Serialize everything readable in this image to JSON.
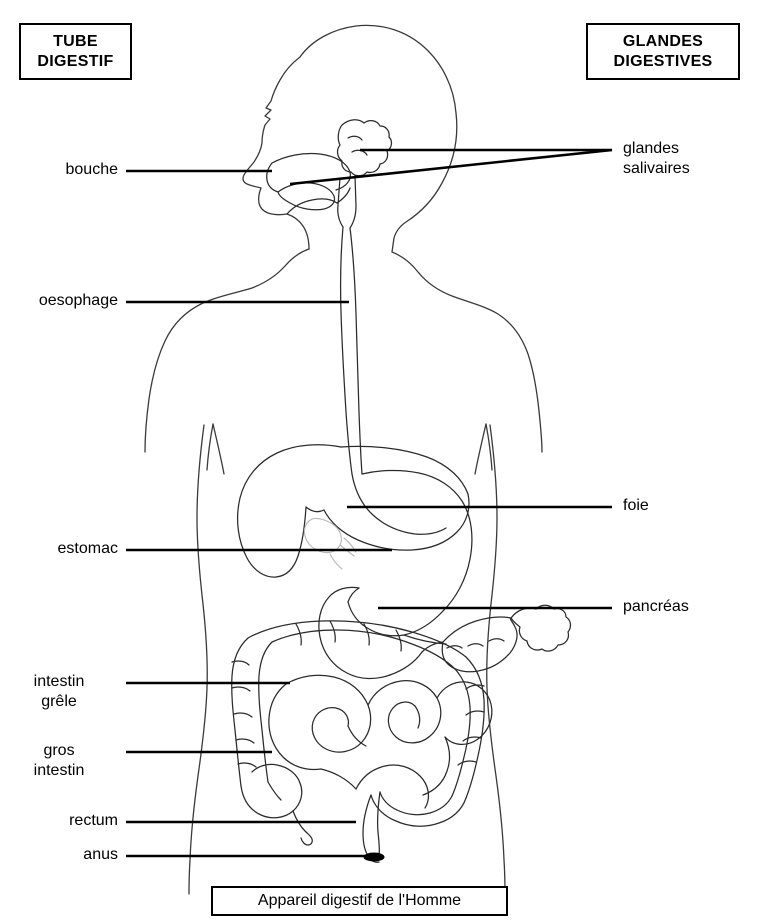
{
  "figure": {
    "caption": "Appareil digestif de l'Homme",
    "headings": {
      "left": "TUBE\nDIGESTIF",
      "right": "GLANDES\nDIGESTIVES"
    }
  },
  "labels": {
    "left": [
      {
        "key": "bouche",
        "text": "bouche"
      },
      {
        "key": "oesophage",
        "text": "oesophage"
      },
      {
        "key": "estomac",
        "text": "estomac"
      },
      {
        "key": "intestin_grele",
        "text": "intestin\ngrêle"
      },
      {
        "key": "gros_intestin",
        "text": "gros\nintestin"
      },
      {
        "key": "rectum",
        "text": "rectum"
      },
      {
        "key": "anus",
        "text": "anus"
      }
    ],
    "right": [
      {
        "key": "glandes_salivaires",
        "text": "glandes\nsalivaires"
      },
      {
        "key": "foie",
        "text": "foie"
      },
      {
        "key": "pancreas",
        "text": "pancréas"
      }
    ]
  },
  "colors": {
    "background": "#ffffff",
    "ink": "#000000",
    "organ_stroke": "#2b2b2b",
    "organ_faint": "#b9b9b9",
    "body_outline": "#3a3a3a"
  }
}
